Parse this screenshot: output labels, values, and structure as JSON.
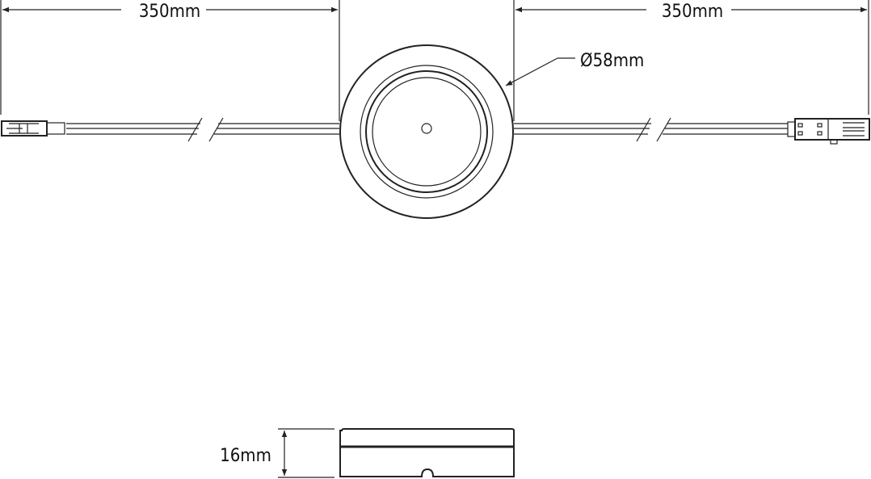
{
  "dimensions": {
    "left_cable_length": "350mm",
    "right_cable_length": "350mm",
    "diameter": "Ø58mm",
    "height": "16mm"
  },
  "colors": {
    "line": "#222222",
    "background": "#ffffff"
  }
}
